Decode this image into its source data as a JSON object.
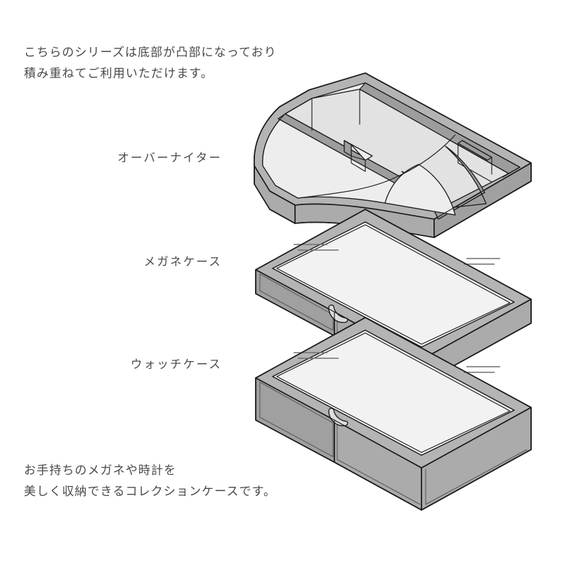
{
  "page": {
    "background_color": "#ffffff",
    "text_color": "#4a4a4a"
  },
  "captions": {
    "top_line1": "こちらのシリーズは底部が凸部になっており",
    "top_line2": "積み重ねてご利用いただけます。",
    "bottom_line1": "お手持ちのメガネや時計を",
    "bottom_line2": "美しく収納できるコレクションケースです。"
  },
  "labels": {
    "overnighter": "オーバーナイター",
    "glasses_case": "メガネケース",
    "watch_case": "ウォッチケース"
  },
  "illustration": {
    "type": "exploded-isometric-stack",
    "item_count": 3,
    "items": [
      {
        "name": "overnighter-tray",
        "description": "open compartment tray with curved front wall and internal dividers"
      },
      {
        "name": "glasses-case-box",
        "description": "shallow box with clear glass lid and crescent handle notch"
      },
      {
        "name": "watch-case-box",
        "description": "deep box with clear glass lid and crescent handle notch"
      }
    ],
    "colors": {
      "outline": "#1a1a1a",
      "top_face": "#b4b4b4",
      "front_face": "#ababab",
      "side_face": "#a0a0a0",
      "interior_light": "#ededed",
      "glass": "#f2f2f2",
      "glass_dark": "#e4e4e4",
      "shine_line": "#6f6f6f"
    }
  }
}
